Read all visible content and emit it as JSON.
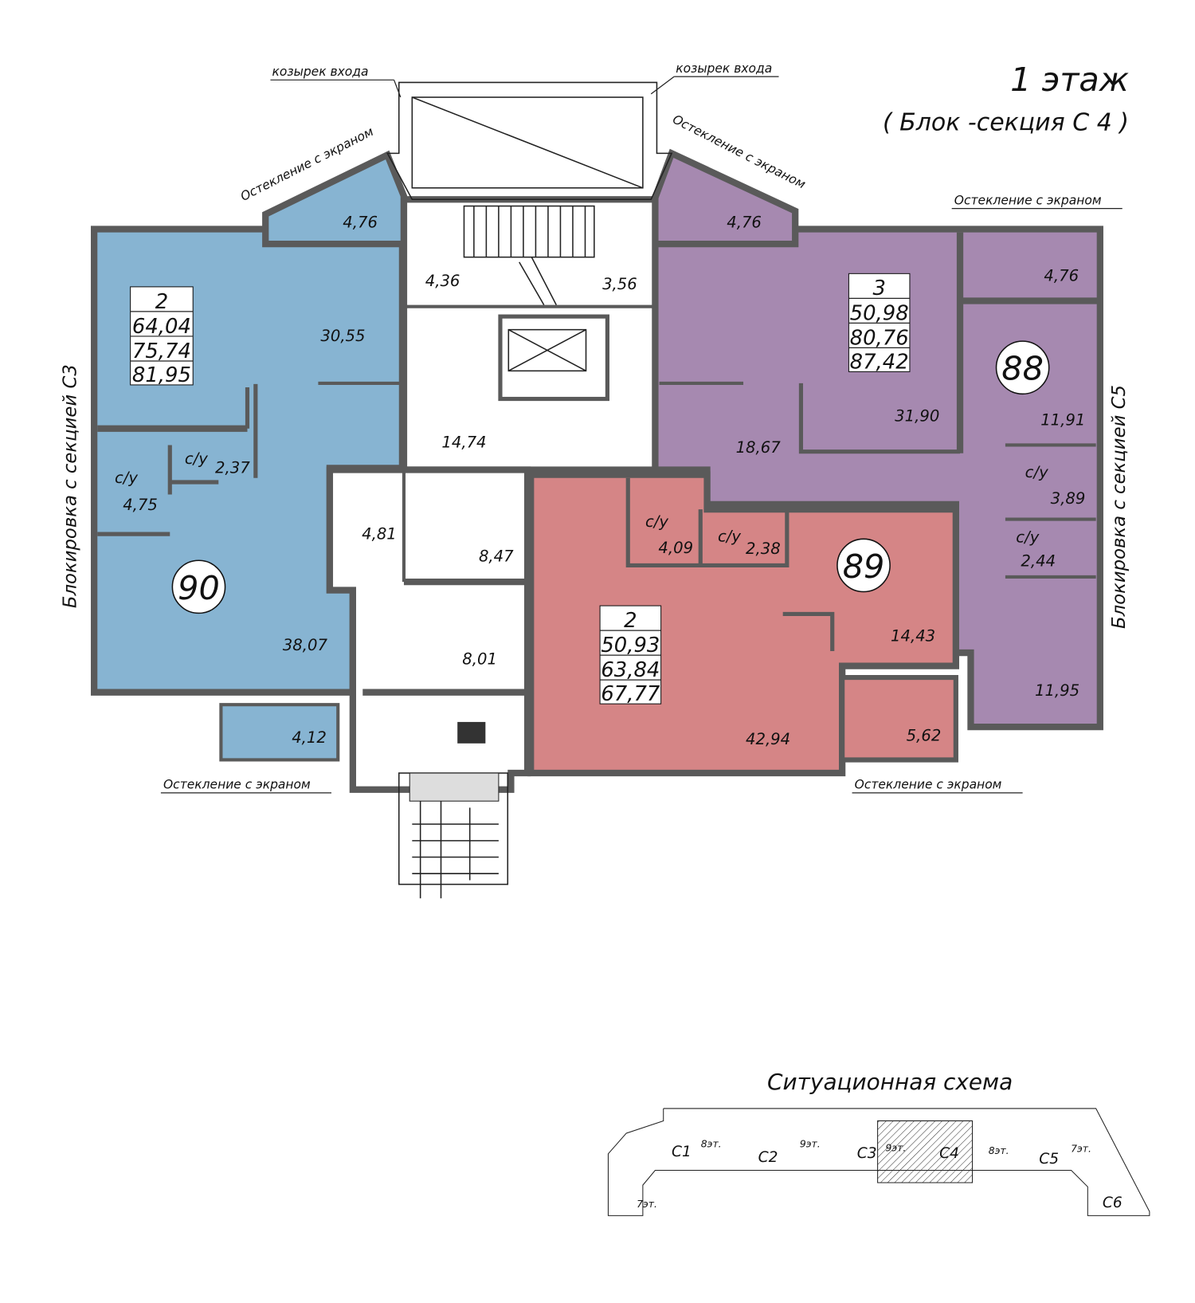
{
  "header": {
    "title": "1 этаж",
    "subtitle": "( Блок -секция С 4 )"
  },
  "notes": {
    "canopy": "козырек входа",
    "glazing": "Остекление с экраном",
    "block_c3": "Блокировка с секцией С3",
    "block_c5": "Блокировка с секцией С5"
  },
  "colors": {
    "apt90": "#87b4d2",
    "apt88": "#a689b0",
    "apt89": "#d58586",
    "wall": "#5a5a5a"
  },
  "apartments": {
    "apt90": {
      "number": "90",
      "rooms": "2",
      "living": "64,04",
      "total": "75,74",
      "total_balc": "81,95"
    },
    "apt88": {
      "number": "88",
      "rooms": "3",
      "living": "50,98",
      "total": "80,76",
      "total_balc": "87,42"
    },
    "apt89": {
      "number": "89",
      "rooms": "2",
      "living": "50,93",
      "total": "63,84",
      "total_balc": "67,77"
    }
  },
  "areas": {
    "bay_left": "4,76",
    "bay_right": "4,76",
    "loggia_88": "4,76",
    "stair_left": "4,36",
    "stair_right": "3,56",
    "lobby": "14,74",
    "room_90_a": "30,55",
    "room_90_b": "38,07",
    "wc_90_a_label": "с/у",
    "wc_90_a": "2,37",
    "wc_90_b_label": "с/у",
    "wc_90_b": "4,75",
    "balcony_90": "4,12",
    "store": "4,81",
    "hall_a": "8,47",
    "hall_b": "8,01",
    "room_88_a": "31,90",
    "room_88_b": "18,67",
    "room_88_c": "11,91",
    "room_88_d": "11,95",
    "wc_88_a_label": "с/у",
    "wc_88_a": "3,89",
    "wc_88_b_label": "с/у",
    "wc_88_b": "2,44",
    "wc_89_a_label": "с/у",
    "wc_89_a": "4,09",
    "wc_89_b_label": "с/у",
    "wc_89_b": "2,38",
    "room_89_a": "14,43",
    "room_89_b": "42,94",
    "balcony_89": "5,62"
  },
  "site_plan": {
    "title": "Ситуационная схема",
    "sections": [
      "С1",
      "С2",
      "С3",
      "С4",
      "С5",
      "С6"
    ],
    "floors": [
      "8эт.",
      "9эт.",
      "9эт.",
      "8эт.",
      "7эт.",
      "7эт."
    ],
    "highlighted": "С4"
  }
}
